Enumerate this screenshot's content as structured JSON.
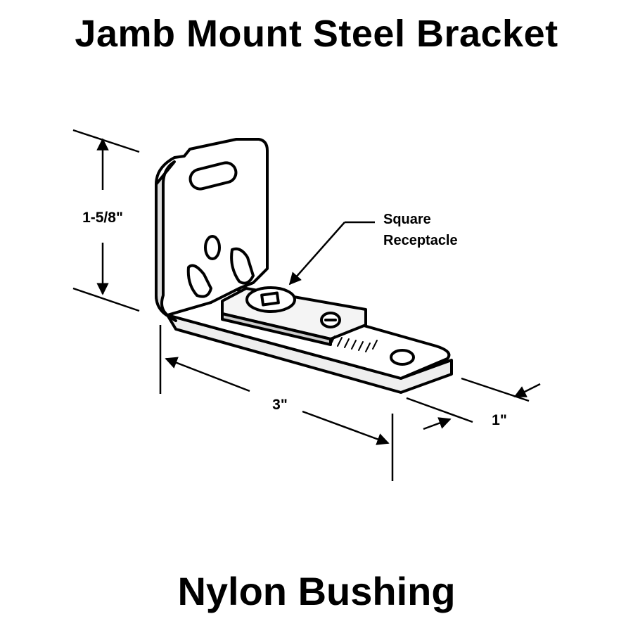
{
  "title": "Jamb Mount Steel Bracket",
  "subtitle": "Nylon Bushing",
  "callout": {
    "line1": "Square",
    "line2": "Receptacle"
  },
  "dimensions": {
    "height": "1-5/8\"",
    "length": "3\"",
    "width": "1\""
  }
}
